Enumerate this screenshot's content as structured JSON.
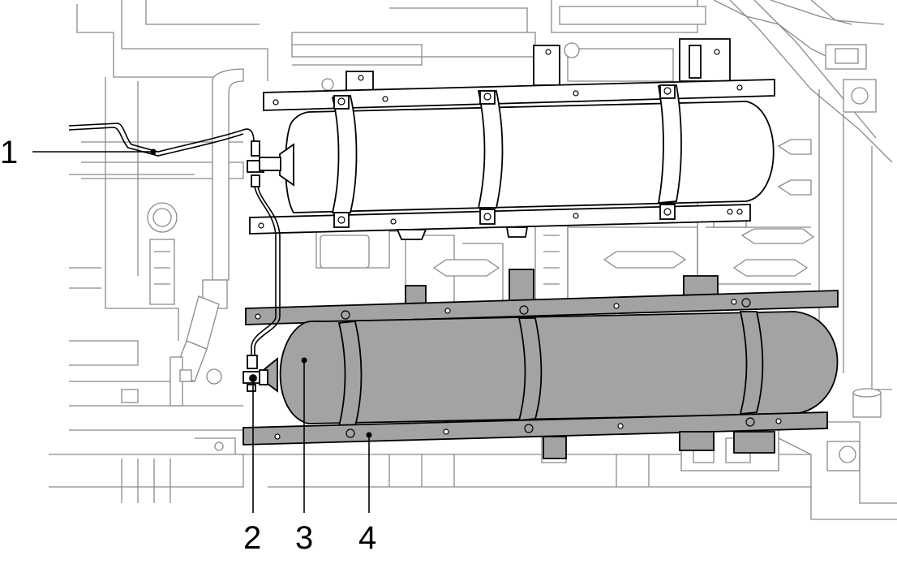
{
  "callouts": [
    {
      "id": "1",
      "text": "1"
    },
    {
      "id": "2",
      "text": "2"
    },
    {
      "id": "3",
      "text": "3"
    },
    {
      "id": "4",
      "text": "4"
    }
  ],
  "colors": {
    "background": "#ffffff",
    "line": "#000000",
    "highlight_fill": "#a3a3a3",
    "background_line": "#8a8a8a"
  }
}
